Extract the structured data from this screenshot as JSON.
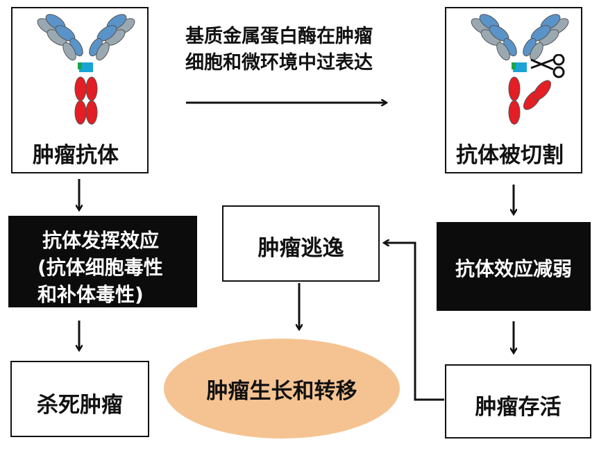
{
  "nodes": {
    "tumor_antibody": "肿瘤抗体",
    "cleaved_antibody": "抗体被切割",
    "mmp_line1": "基质金属蛋白酶在肿瘤",
    "mmp_line2": "细胞和微环境中过表达",
    "effector_line1": "抗体发挥效应",
    "effector_line2": "(抗体细胞毒性",
    "effector_line3": "和补体毒性)",
    "tumor_escape": "肿瘤逃逸",
    "weakened_effect": "抗体效应减弱",
    "kill_tumor": "杀死肿瘤",
    "tumor_growth": "肿瘤生长和转移",
    "tumor_survival": "肿瘤存活"
  },
  "colors": {
    "heavy_chain_blue": "#5a93c8",
    "light_chain_grey": "#9aa9b1",
    "hinge_green": "#1aa54a",
    "hinge_cyan": "#1aa4d6",
    "fc_red": "#e31e24",
    "ellipse_fill": "#f5c392",
    "dark_box": "#0c0c0c"
  }
}
